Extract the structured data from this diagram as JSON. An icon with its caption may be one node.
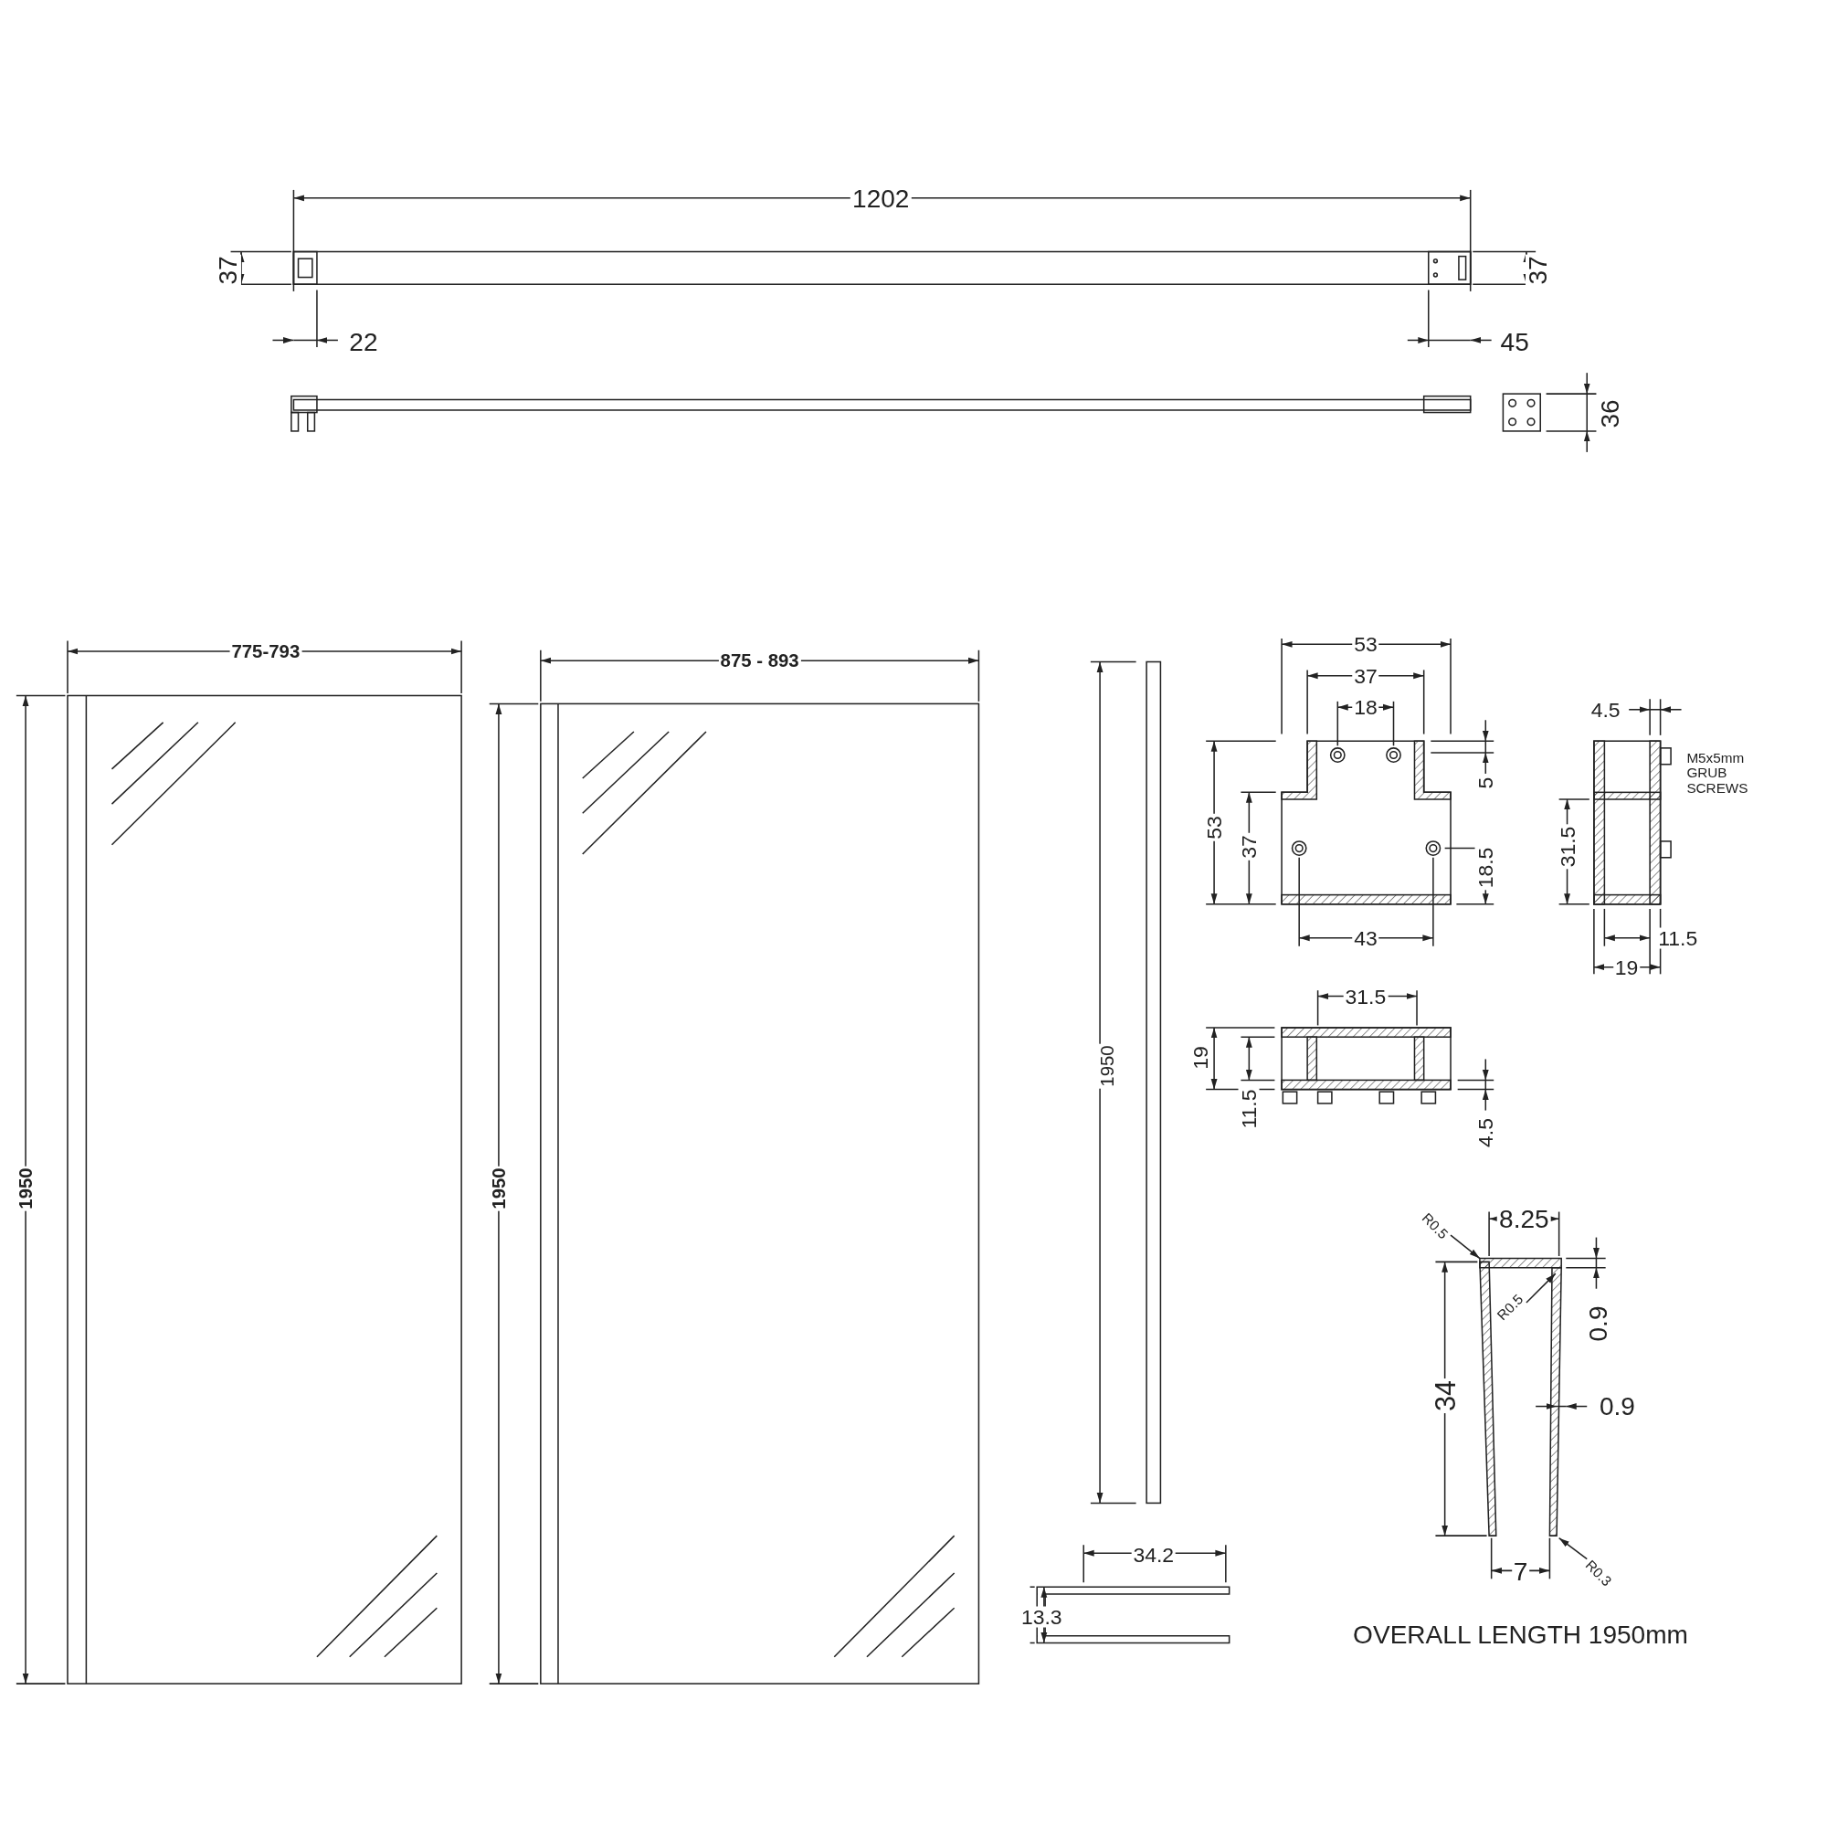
{
  "diagram": {
    "labels": [
      "1202",
      "37",
      "37",
      "22",
      "45",
      "36",
      "775-793",
      "875 - 893",
      "53",
      "37",
      "18",
      "4.5",
      "M5x5mm GRUB SCREWS",
      "5",
      "53",
      "37",
      "18.5",
      "31.5",
      "43",
      "11.5",
      "19",
      "31.5",
      "19",
      "11.5",
      "4.5",
      "1950",
      "1950",
      "1950",
      "R0.5",
      "8.25",
      "0.9",
      "R0.5",
      "34",
      "0.9",
      "7",
      "R0.3",
      "34.2",
      "13.3",
      "OVERALL LENGTH 1950mm"
    ]
  }
}
